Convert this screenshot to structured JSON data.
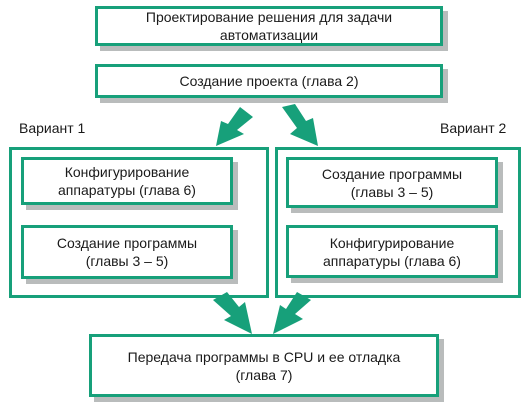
{
  "boxes": {
    "design": "Проектирование решения для задачи\nавтоматизации",
    "create_project": "Создание проекта (глава 2)",
    "left_config": "Конфигурирование\nаппаратуры (глава 6)",
    "left_program": "Создание программы\n(главы 3 – 5)",
    "right_program": "Создание программы\n(главы 3 – 5)",
    "right_config": "Конфигурирование\nаппаратуры (глава 6)",
    "transfer": "Передача программы в CPU и ее отладка\n(глава 7)"
  },
  "labels": {
    "variant1": "Вариант 1",
    "variant2": "Вариант 2"
  },
  "colors": {
    "accent": "#17a07a",
    "shadow": "#b9bcbc"
  }
}
